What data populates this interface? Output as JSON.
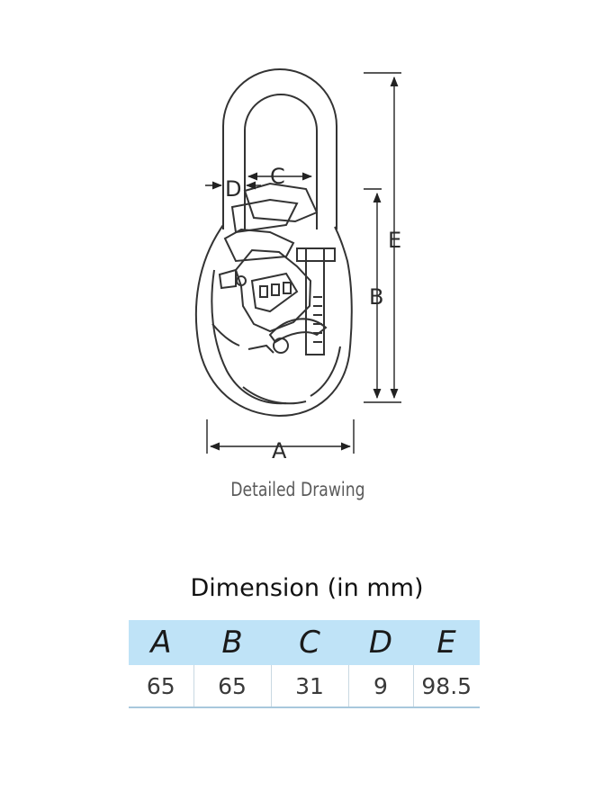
{
  "drawing": {
    "labels": {
      "a": "A",
      "b": "B",
      "c": "C",
      "d": "D",
      "e": "E"
    },
    "caption": "Detailed Drawing"
  },
  "dimensions": {
    "title": "Dimension (in mm)",
    "headers": [
      "A",
      "B",
      "C",
      "D",
      "E"
    ],
    "values": [
      "65",
      "65",
      "31",
      "9",
      "98.5"
    ]
  }
}
